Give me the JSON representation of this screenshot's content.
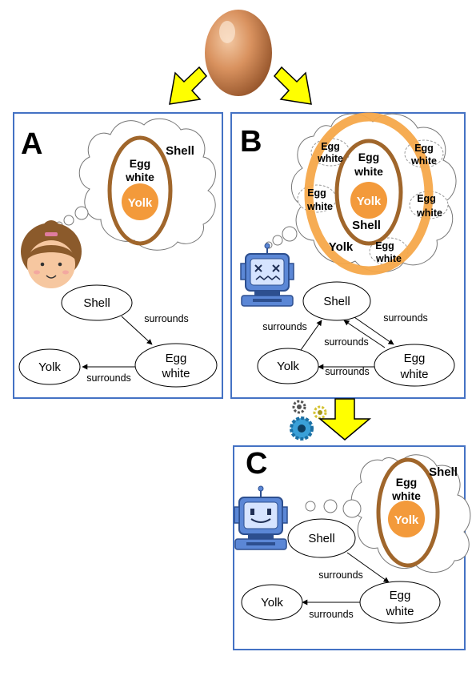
{
  "colors": {
    "panel_border": "#4472c4",
    "arrow_fill": "#ffff00",
    "shell_ring": "#a0662b",
    "shell_ring_confused": "#f5a84a",
    "yolk": "#f39a3b",
    "robot_blue": "#5b87d6"
  },
  "icons": {
    "egg": "brown-egg-icon",
    "girl": "girl-face-icon",
    "robot_confused": "confused-robot-icon",
    "robot_happy": "happy-robot-icon",
    "gears": "gears-icon"
  },
  "panels": {
    "A": {
      "letter": "A",
      "bubble": {
        "shell": "Shell",
        "egg_white_1": "Egg",
        "egg_white_2": "white",
        "yolk": "Yolk"
      },
      "graph": {
        "shell": "Shell",
        "egg_white_1": "Egg",
        "egg_white_2": "white",
        "yolk": "Yolk",
        "edge_shell_egg": "surrounds",
        "edge_egg_yolk": "surrounds"
      }
    },
    "B": {
      "letter": "B",
      "bubble": {
        "egg_1": "Egg",
        "white_1": "white",
        "egg_2": "Egg",
        "white_2": "white",
        "egg_3": "Egg",
        "white_3": "white",
        "egg_4": "Egg",
        "white_4": "white",
        "egg_5": "Egg",
        "white_5": "white",
        "egg_6": "Egg",
        "white_6": "white",
        "yolk_center": "Yolk",
        "shell": "Shell",
        "yolk_lower": "Yolk"
      },
      "graph": {
        "shell": "Shell",
        "egg_white_1": "Egg",
        "egg_white_2": "white",
        "yolk": "Yolk",
        "edge_yolk_shell": "surrounds",
        "edge_shell_egg": "surrounds",
        "edge_egg_shell": "surrounds",
        "edge_egg_yolk": "surrounds"
      }
    },
    "C": {
      "letter": "C",
      "bubble": {
        "shell": "Shell",
        "egg_white_1": "Egg",
        "egg_white_2": "white",
        "yolk": "Yolk"
      },
      "graph": {
        "shell": "Shell",
        "egg_white_1": "Egg",
        "egg_white_2": "white",
        "yolk": "Yolk",
        "edge_shell_egg": "surrounds",
        "edge_egg_yolk": "surrounds"
      }
    }
  }
}
